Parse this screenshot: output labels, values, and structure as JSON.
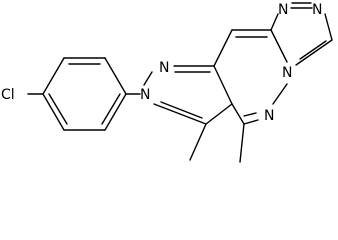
{
  "molecule": {
    "atoms": {
      "chlorine": "Cl",
      "n_pyrazole_1": "N",
      "n_pyrazole_2": "N",
      "n_triazole_1": "N",
      "n_triazole_2": "N",
      "n_bridgehead": "N",
      "n_pyridazine": "N"
    }
  },
  "colors": {
    "line": "#000000",
    "background": "#ffffff"
  }
}
